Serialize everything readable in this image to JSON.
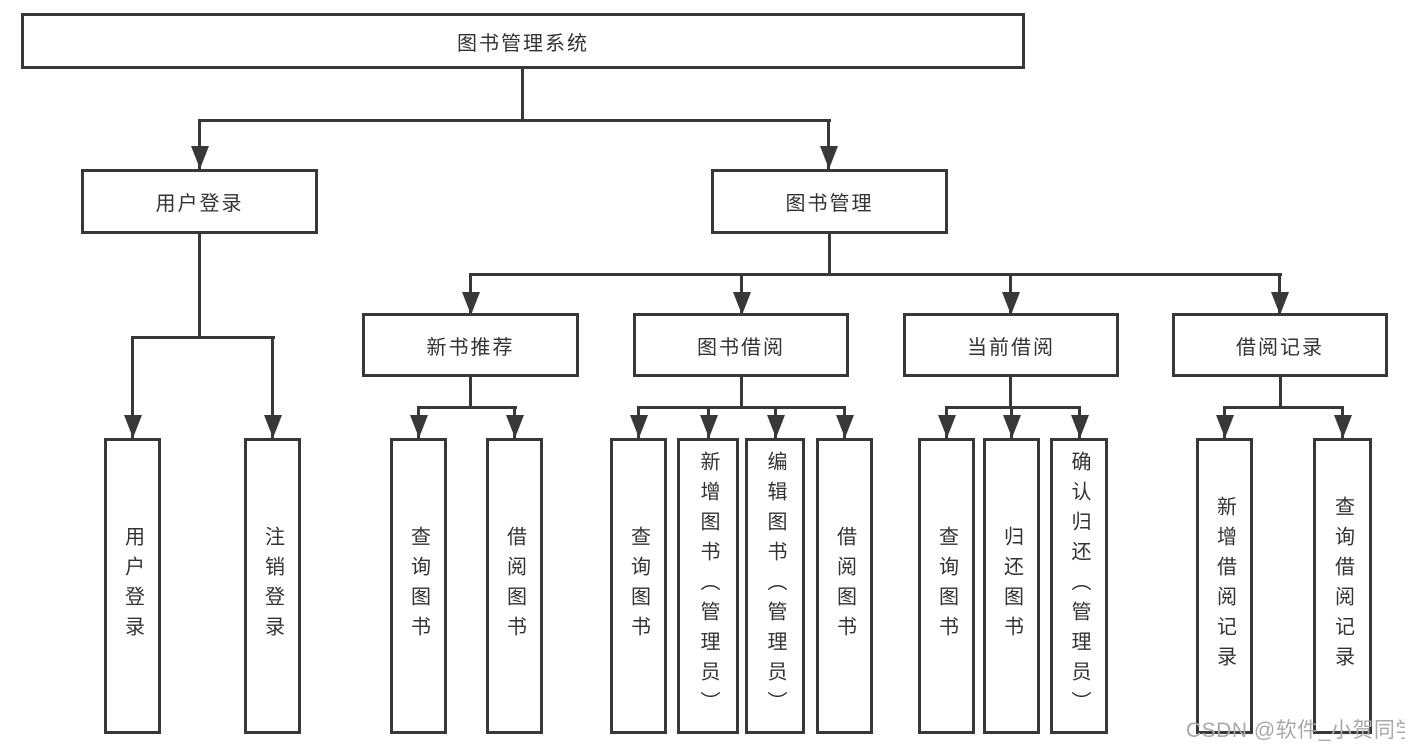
{
  "colors": {
    "background": "#ffffff",
    "line": "#383838",
    "text": "#333333",
    "watermark": "#a9a9a9"
  },
  "tree": {
    "root": {
      "label": "图书管理系统"
    },
    "branches": [
      {
        "label": "用户登录",
        "children": [
          {
            "label": "用户登录"
          },
          {
            "label": "注销登录"
          }
        ]
      },
      {
        "label": "图书管理",
        "children": [
          {
            "label": "新书推荐",
            "children": [
              {
                "label": "查询图书"
              },
              {
                "label": "借阅图书"
              }
            ]
          },
          {
            "label": "图书借阅",
            "children": [
              {
                "label": "查询图书"
              },
              {
                "label": "新增图书（管理员）"
              },
              {
                "label": "编辑图书（管理员）"
              },
              {
                "label": "借阅图书"
              }
            ]
          },
          {
            "label": "当前借阅",
            "children": [
              {
                "label": "查询图书"
              },
              {
                "label": "归还图书"
              },
              {
                "label": "确认归还（管理员）"
              }
            ]
          },
          {
            "label": "借阅记录",
            "children": [
              {
                "label": "新增借阅记录"
              },
              {
                "label": "查询借阅记录"
              }
            ]
          }
        ]
      }
    ]
  },
  "watermark": {
    "text": "CSDN @软件_小贺同学"
  }
}
